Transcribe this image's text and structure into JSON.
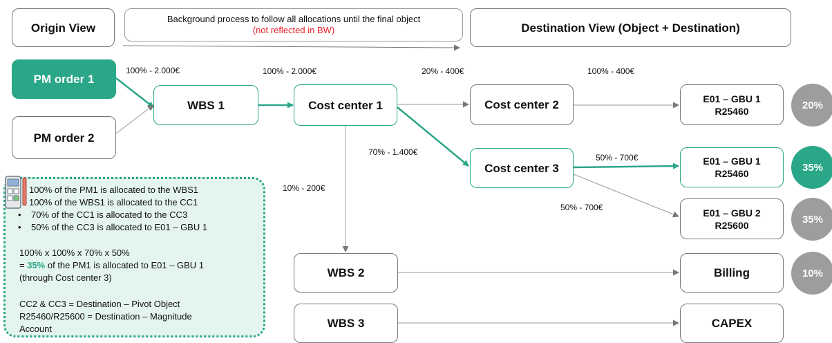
{
  "header": {
    "origin_view": "Origin View",
    "background_text": "Background process to follow all allocations until the final object",
    "background_note": "(not reflected in BW)",
    "destination_view": "Destination View (Object + Destination)"
  },
  "nodes": {
    "pm_order_1": "PM order 1",
    "pm_order_2": "PM order 2",
    "wbs_1": "WBS 1",
    "cost_center_1": "Cost center 1",
    "cost_center_2": "Cost center 2",
    "cost_center_3": "Cost center 3",
    "wbs_2": "WBS 2",
    "wbs_3": "WBS 3",
    "dest_1": {
      "line1": "E01 – GBU 1",
      "line2": "R25460"
    },
    "dest_2": {
      "line1": "E01 – GBU 1",
      "line2": "R25460"
    },
    "dest_3": {
      "line1": "E01 – GBU 2",
      "line2": "R25600"
    },
    "billing": "Billing",
    "capex": "CAPEX"
  },
  "percent_badges": {
    "dest_1": "20%",
    "dest_2": "35%",
    "dest_3": "35%",
    "billing": "10%"
  },
  "edge_labels": {
    "pm1_wbs1": "100% - 2.000€",
    "wbs1_cc1": "100% - 2.000€",
    "cc1_cc2": "20% - 400€",
    "cc2_dest1": "100% - 400€",
    "cc1_cc3": "70% - 1.400€",
    "cc3_dest2": "50% - 700€",
    "cc3_dest3": "50% - 700€",
    "cc1_wbs2": "10% - 200€"
  },
  "note": {
    "bullets": [
      "100% of the PM1 is allocated to the WBS1",
      "100% of the WBS1 is allocated to the CC1",
      "70% of the CC1 is allocated to the CC3",
      "50% of the CC3 is allocated to E01 – GBU 1"
    ],
    "formula": "100% x 100% x 70% x 50%",
    "result_prefix": "= ",
    "result_highlight": "35%",
    "result_suffix": " of the PM1 is allocated to E01 – GBU 1",
    "result_via": "(through Cost center 3)",
    "def_1": "CC2 & CC3 = Destination – Pivot Object",
    "def_2": "R25460/R25600 = Destination – Magnitude",
    "def_3": "Account"
  },
  "colors": {
    "accent": "#2aa688",
    "badge_grey": "#9d9d9d",
    "note_red": "#e8202a",
    "note_bg": "#e4f4ef"
  }
}
